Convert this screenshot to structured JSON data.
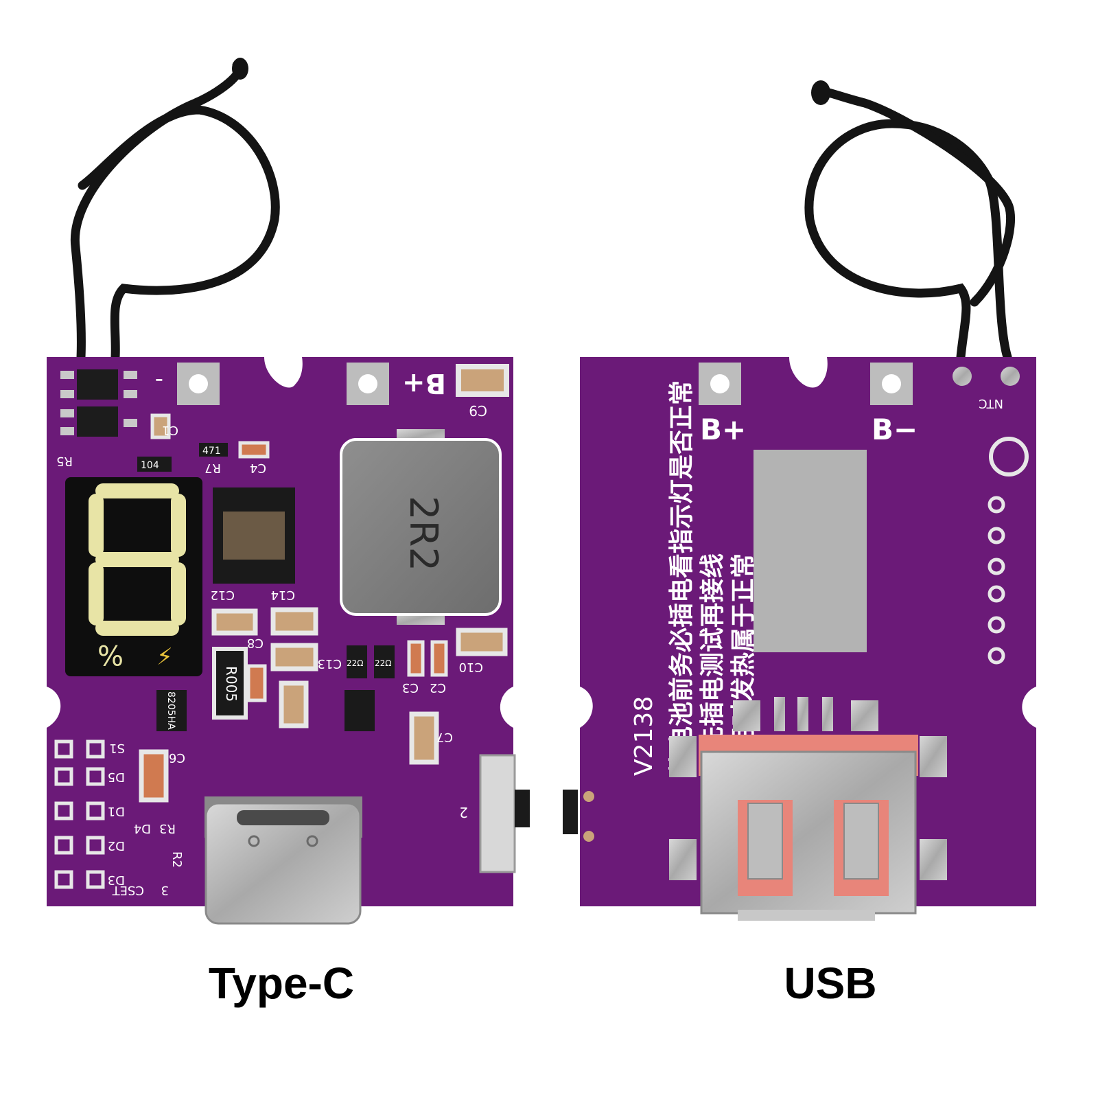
{
  "captions": {
    "left": "Type-C",
    "right": "USB"
  },
  "front_board": {
    "pads": [
      "-",
      "B+"
    ],
    "inductor_marking": "2R2",
    "display_symbols": [
      "%",
      "⚡"
    ],
    "resistor_marking": "R005",
    "chip_marking": "8205HA",
    "small_markings": [
      "104",
      "471",
      "22Ω",
      "22Ω"
    ],
    "labels": [
      "C9",
      "C1",
      "R7",
      "C4",
      "R5",
      "C12",
      "C14",
      "C8",
      "C13",
      "C3",
      "C2",
      "C10",
      "C7",
      "C6",
      "S1",
      "D5",
      "D1",
      "D2",
      "D3",
      "D4",
      "R3",
      "R2",
      "CSET",
      "3",
      "2"
    ]
  },
  "back_board": {
    "pads": [
      "B+",
      "B−"
    ],
    "ntc_label": "NTC",
    "model": "V2138",
    "notice_lines": [
      "装电池前务必插电看指示灯是否正常",
      "请先插电测试再接线",
      "使用时发热属于正常"
    ]
  },
  "colors": {
    "pcb": "#6b1a78",
    "silkscreen": "#ffffff",
    "metal": "#b8b8b8",
    "wire": "#141414",
    "display_digits": "#e8e4a6"
  }
}
